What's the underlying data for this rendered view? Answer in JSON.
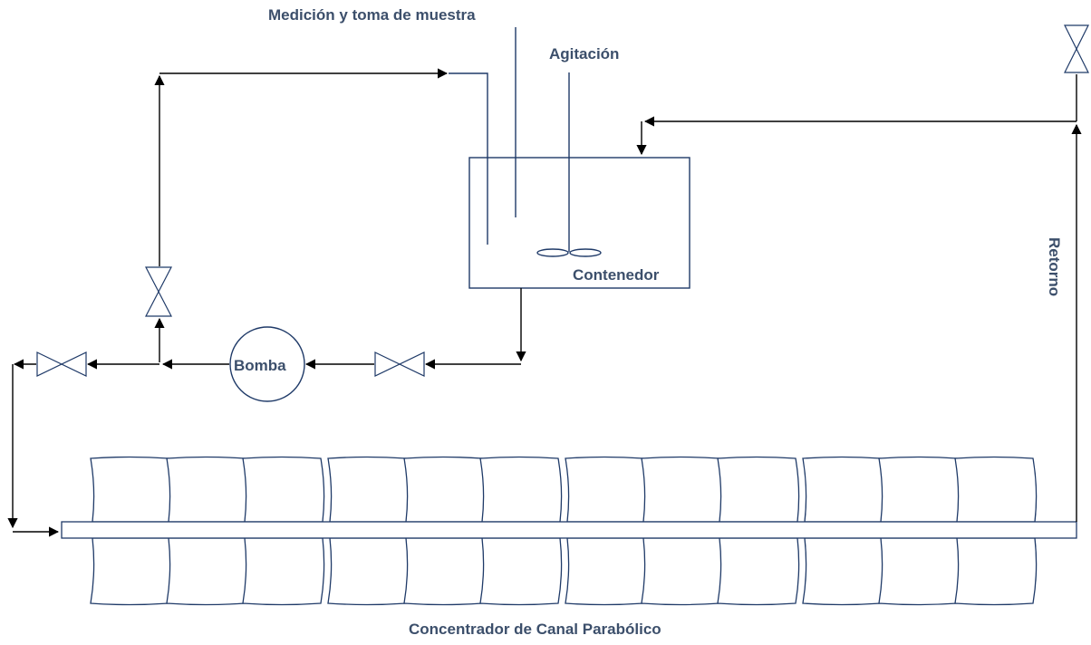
{
  "labels": {
    "medicion": "Medición y toma de muestra",
    "agitacion": "Agitación",
    "contenedor": "Contenedor",
    "bomba": "Bomba",
    "retorno": "Retorno",
    "concentrador": "Concentrador de Canal Parabólico"
  },
  "colors": {
    "label_text": "#3c4f6b",
    "equipment_stroke": "#1f3a68",
    "flow_lines": "#000000",
    "background": "#ffffff"
  },
  "icons": [
    "valve-icon",
    "pump-icon",
    "agitator-icon",
    "arrow-head-icon"
  ]
}
